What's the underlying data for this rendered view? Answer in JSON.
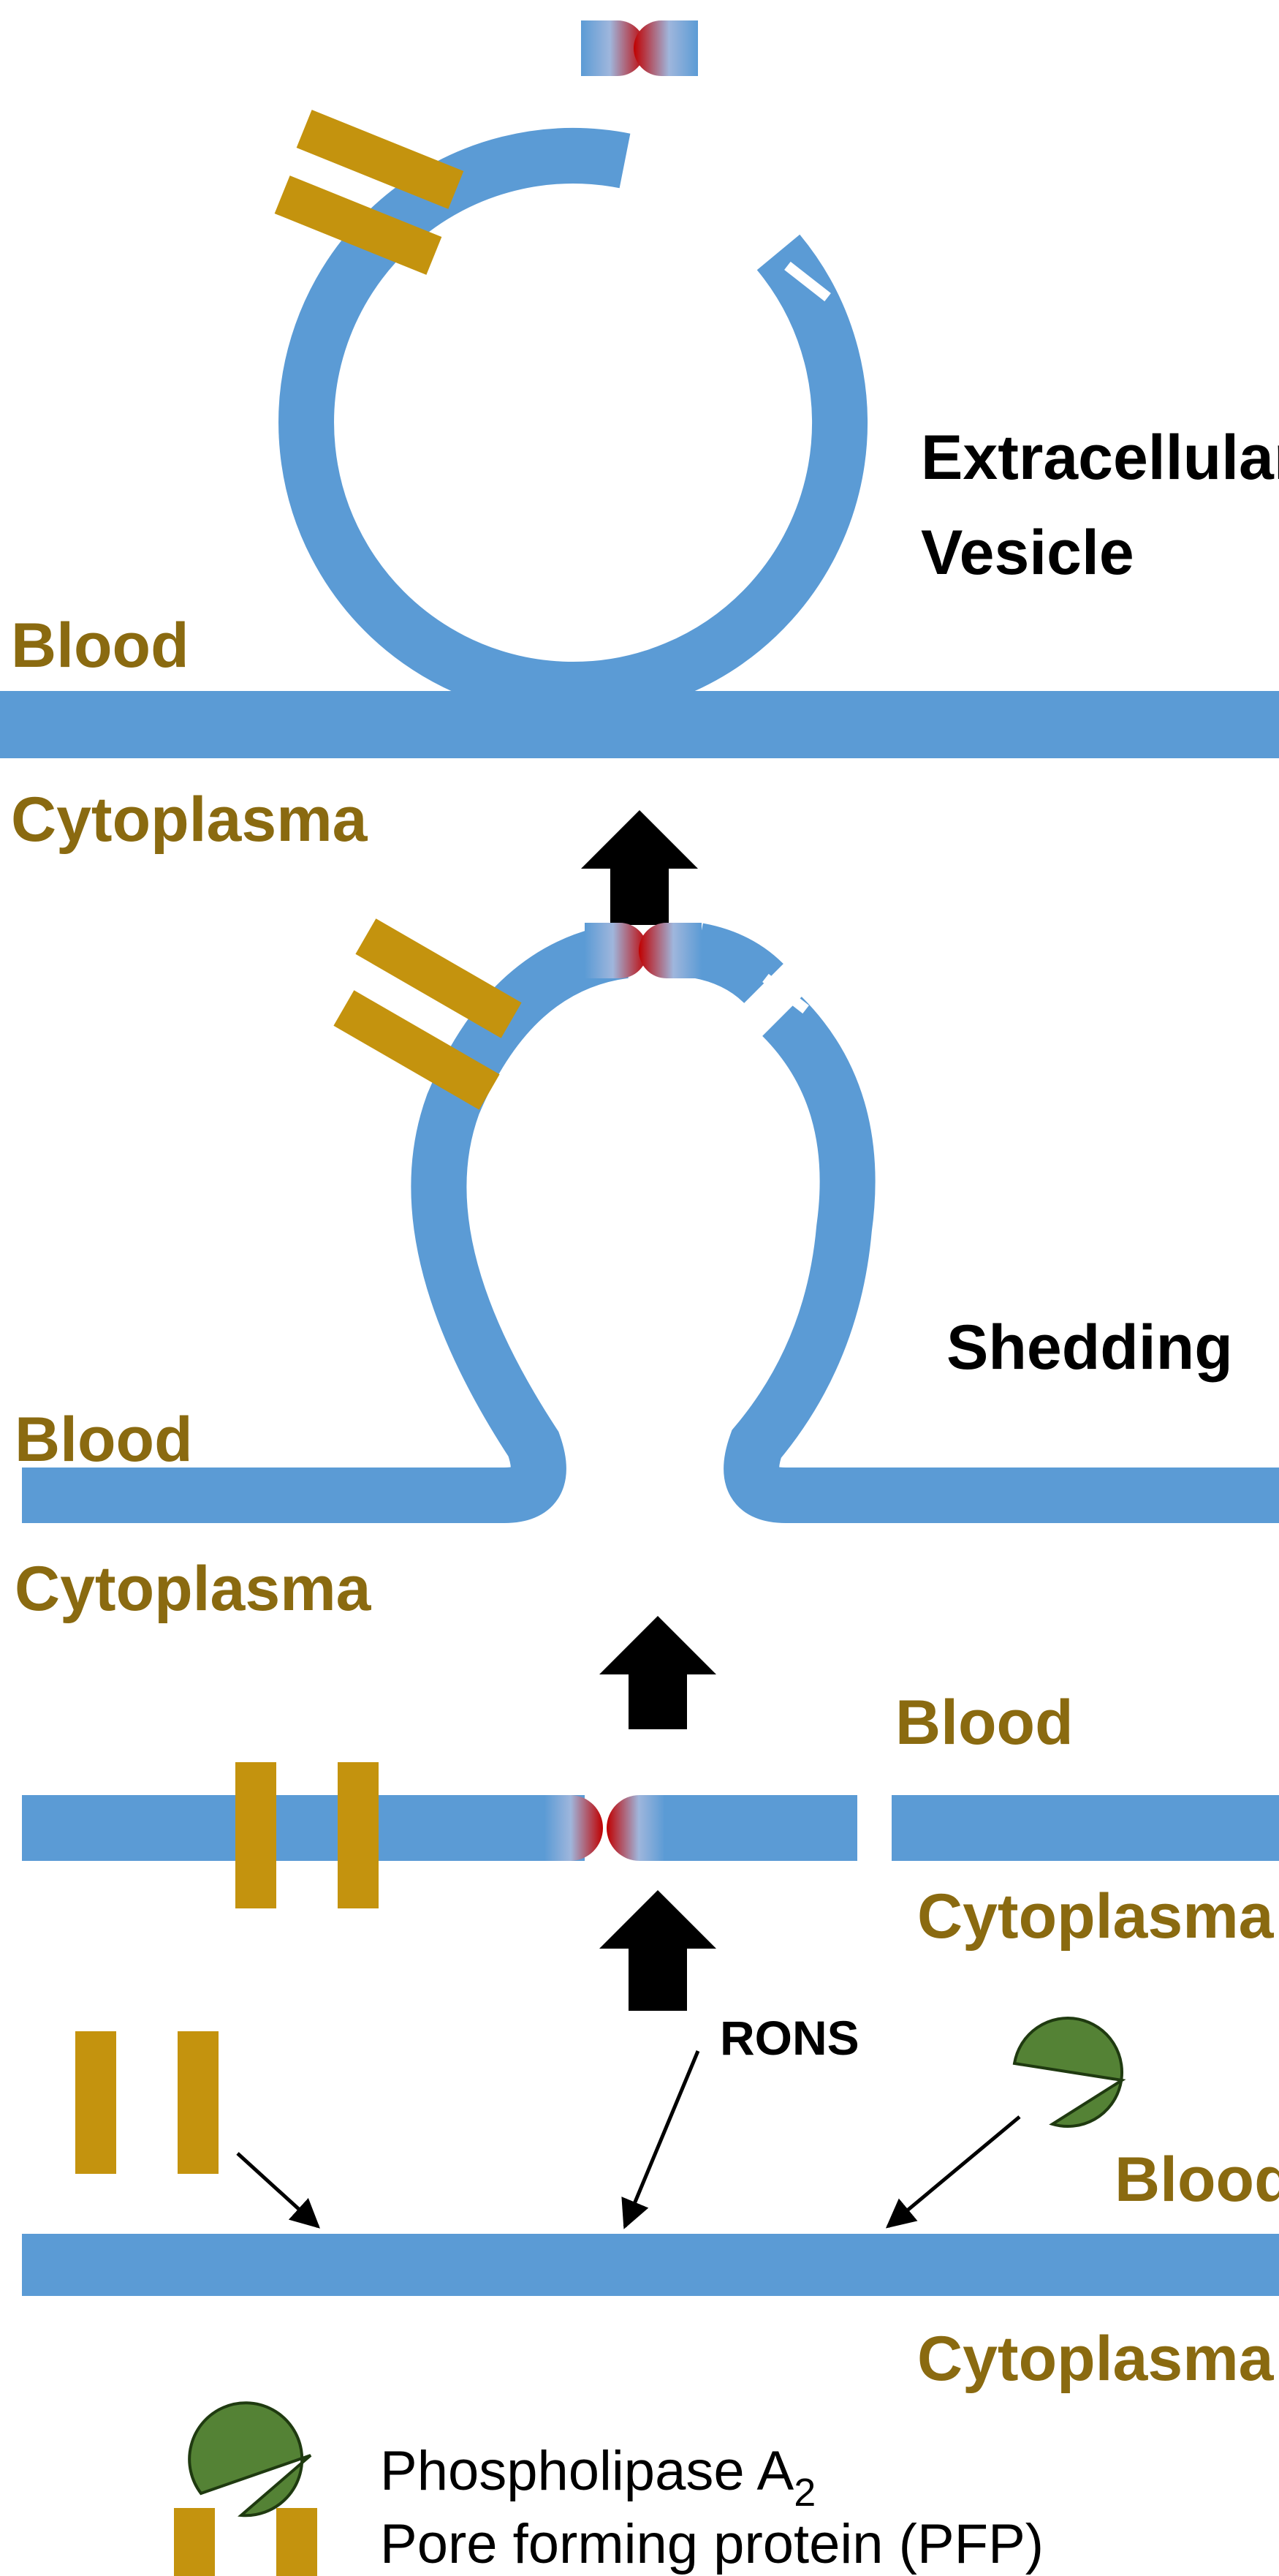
{
  "colors": {
    "membrane": "#5B9BD5",
    "protein": "#C4930E",
    "enzyme": "#548235",
    "enzyme_outline": "#1F3A10",
    "damage": "#C00000",
    "label_compartment": "#8A6A10",
    "label_dark": "#000000",
    "arrow": "#000000"
  },
  "stages": {
    "vesicle": {
      "title_line1": "Extracellular",
      "title_line2": "Vesicle",
      "outside": "Blood",
      "inside": "Cytoplasma"
    },
    "shedding": {
      "title": "Shedding",
      "outside": "Blood",
      "inside": "Cytoplasma"
    },
    "pores": {
      "outside": "Blood",
      "inside": "Cytoplasma"
    },
    "attack": {
      "rons_label": "RONS",
      "outside": "Blood",
      "inside": "Cytoplasma"
    }
  },
  "legend": {
    "enzyme_label": "Phospholipase A",
    "enzyme_subscript": "2",
    "protein_label": "Pore forming protein (PFP)",
    "enzyme_icon": "pacman-enzyme-icon",
    "protein_icon": "double-bar-protein-icon"
  }
}
